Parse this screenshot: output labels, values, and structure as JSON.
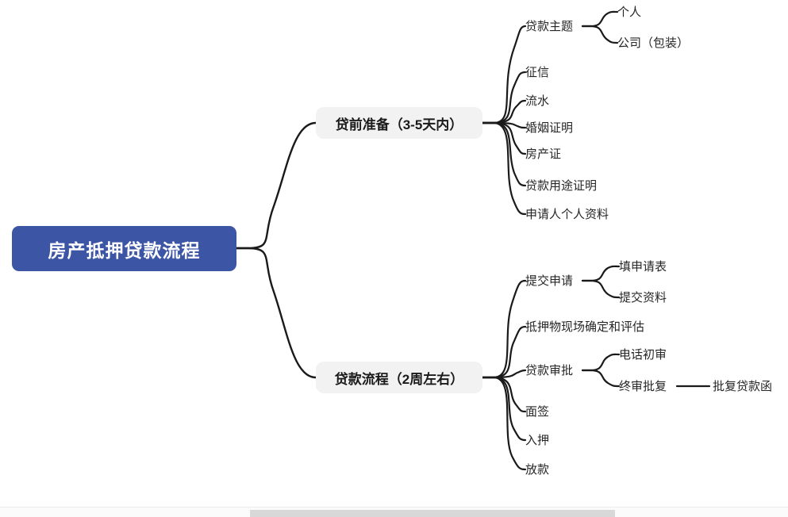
{
  "mindmap": {
    "root": {
      "label": "房产抵押贷款流程",
      "color": "#3c55a5",
      "text_color": "#ffffff"
    },
    "branches": [
      {
        "label": "贷前准备（3-5天内）",
        "color": "#f2f2f2",
        "children": [
          {
            "label": "贷款主题",
            "children": [
              {
                "label": "个人"
              },
              {
                "label": "公司（包装）"
              }
            ]
          },
          {
            "label": "征信"
          },
          {
            "label": "流水"
          },
          {
            "label": "婚姻证明"
          },
          {
            "label": "房产证"
          },
          {
            "label": "贷款用途证明"
          },
          {
            "label": "申请人个人资料"
          }
        ]
      },
      {
        "label": "贷款流程（2周左右）",
        "color": "#f2f2f2",
        "children": [
          {
            "label": "提交申请",
            "children": [
              {
                "label": "填申请表"
              },
              {
                "label": "提交资料"
              }
            ]
          },
          {
            "label": "抵押物现场确定和评估"
          },
          {
            "label": "贷款审批",
            "children": [
              {
                "label": "电话初审"
              },
              {
                "label": "终审批复",
                "children": [
                  {
                    "label": "批复贷款函"
                  }
                ]
              }
            ]
          },
          {
            "label": "面签"
          },
          {
            "label": "入押"
          },
          {
            "label": "放款"
          }
        ]
      }
    ],
    "line_color": "#1a1a1a"
  },
  "scrollbar": {
    "orientation": "horizontal",
    "thumb_color": "#d8d8d8",
    "track_color": "#fbfbfb"
  }
}
